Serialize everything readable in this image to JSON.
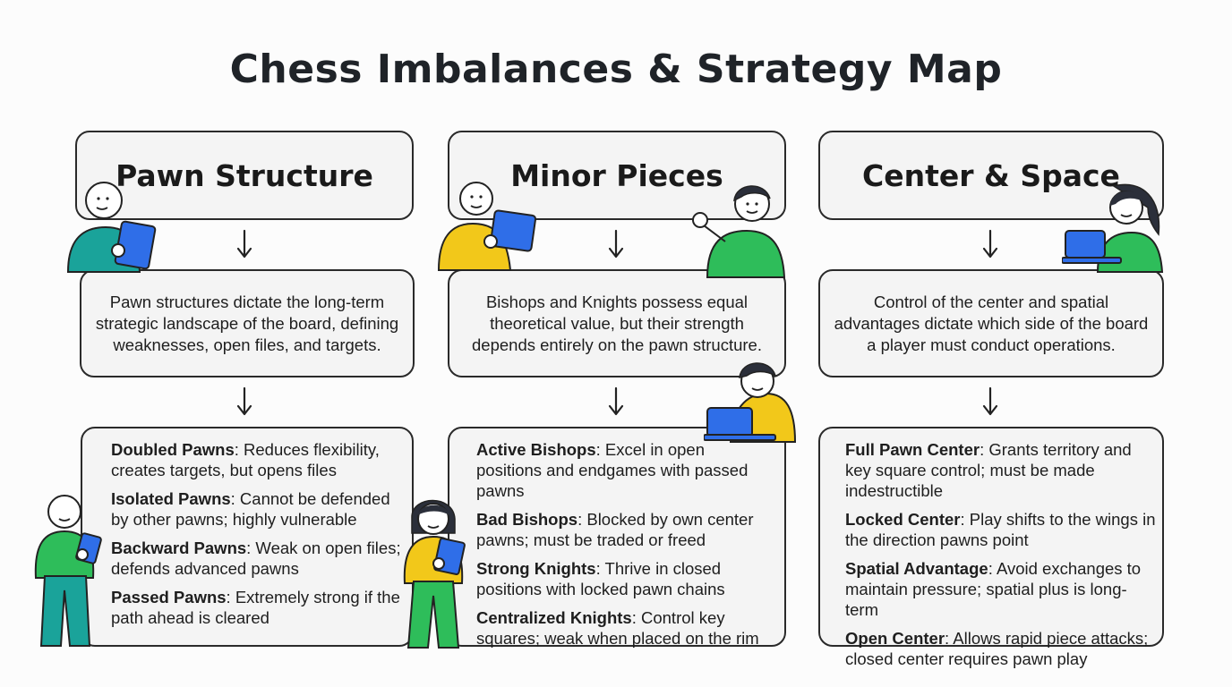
{
  "title": "Chess Imbalances & Strategy Map",
  "columns": [
    {
      "heading": "Pawn Structure",
      "description": "Pawn structures dictate the long-term strategic landscape of the board, defining weaknesses, open files, and targets.",
      "items": [
        {
          "term": "Doubled Pawns",
          "text": ": Reduces flexibility, creates targets, but opens files"
        },
        {
          "term": "Isolated Pawns",
          "text": ": Cannot be defended by other pawns; highly vulnerable"
        },
        {
          "term": "Backward Pawns",
          "text": ": Weak on open files; defends advanced pawns"
        },
        {
          "term": "Passed Pawns",
          "text": ": Extremely strong if the path ahead is cleared"
        }
      ]
    },
    {
      "heading": "Minor Pieces",
      "description": "Bishops and Knights possess equal theoretical value, but their strength depends entirely on the pawn structure.",
      "items": [
        {
          "term": "Active Bishops",
          "text": ": Excel in open positions and endgames with passed pawns"
        },
        {
          "term": "Bad Bishops",
          "text": ": Blocked by own center pawns; must be traded or freed"
        },
        {
          "term": "Strong Knights",
          "text": ": Thrive in closed positions with locked pawn chains"
        },
        {
          "term": "Centralized Knights",
          "text": ": Control key squares; weak when placed on the rim"
        }
      ]
    },
    {
      "heading": "Center & Space",
      "description": "Control of the center and spatial advantages dictate which side of the board a player must conduct operations.",
      "items": [
        {
          "term": "Full Pawn Center",
          "text": ": Grants territory and key square control; must be made indestructible"
        },
        {
          "term": "Locked Center",
          "text": ": Play shifts to the wings in the direction pawns point"
        },
        {
          "term": "Spatial Advantage",
          "text": ": Avoid exchanges to maintain pressure; spatial plus is long-term"
        },
        {
          "term": "Open Center",
          "text": ": Allows rapid piece attacks; closed center requires pawn play"
        }
      ]
    }
  ],
  "colors": {
    "teal": "#1aa39a",
    "yellow": "#f2c81a",
    "green": "#2ebd5a",
    "blue": "#2f6ee8"
  }
}
